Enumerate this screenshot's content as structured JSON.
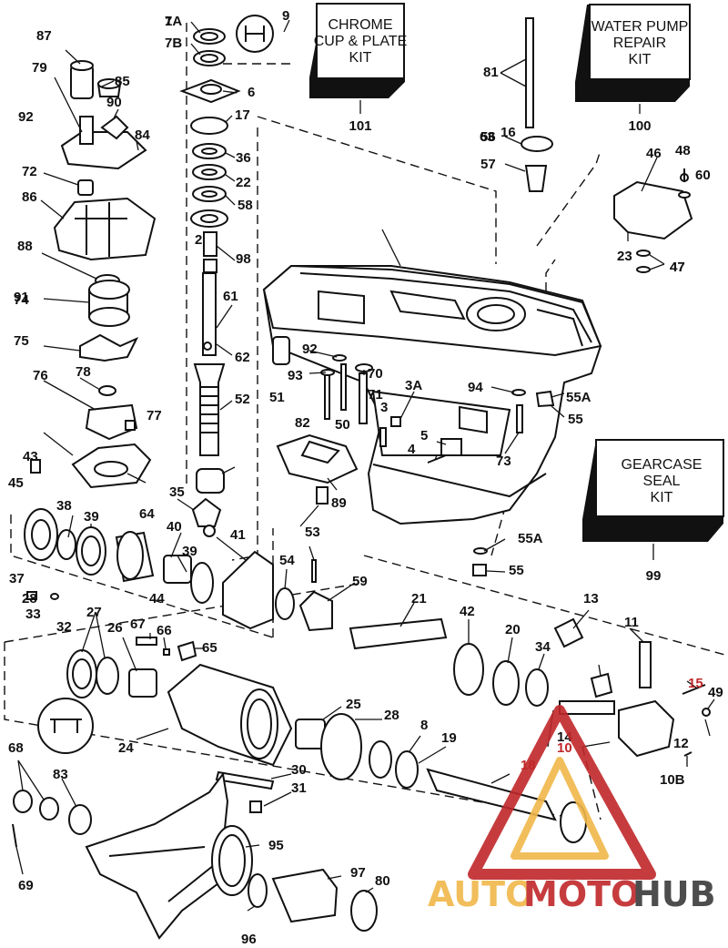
{
  "kits": [
    {
      "id": "chrome-cup-plate-kit",
      "lines": [
        "CHROME",
        "CUP & PLATE",
        "KIT"
      ],
      "number": "101"
    },
    {
      "id": "water-pump-repair-kit",
      "lines": [
        "WATER PUMP",
        "REPAIR",
        "KIT"
      ],
      "number": "100"
    },
    {
      "id": "gearcase-seal-kit",
      "lines": [
        "GEARCASE",
        "SEAL",
        "KIT"
      ],
      "number": "99"
    }
  ],
  "part_labels": [
    "1",
    "2",
    "3",
    "3A",
    "4",
    "5",
    "6",
    "7A",
    "7B",
    "8",
    "9",
    "10",
    "10B",
    "11",
    "12",
    "13",
    "14",
    "15",
    "16",
    "17",
    "18",
    "19",
    "20",
    "21",
    "22",
    "23",
    "24",
    "25",
    "26",
    "27",
    "28",
    "28",
    "30",
    "31",
    "32",
    "33",
    "34",
    "35",
    "36",
    "37",
    "38",
    "39",
    "39",
    "40",
    "41",
    "42",
    "43",
    "44",
    "45",
    "46",
    "47",
    "47",
    "48",
    "49",
    "50",
    "51",
    "52",
    "53",
    "54",
    "55",
    "55",
    "55A",
    "55A",
    "56",
    "57",
    "58",
    "59",
    "60",
    "61",
    "62",
    "63",
    "64",
    "65",
    "66",
    "67",
    "68",
    "69",
    "70",
    "71",
    "72",
    "73",
    "74",
    "75",
    "76",
    "77",
    "78",
    "79",
    "80",
    "81",
    "82",
    "83",
    "84",
    "85",
    "86",
    "87",
    "88",
    "89",
    "90",
    "91",
    "92",
    "92",
    "93",
    "94",
    "95",
    "96",
    "97",
    "98"
  ],
  "watermark": {
    "part1": "AUTO",
    "part2": "MOTO",
    "part3": "HUB",
    "color1": "#f0b74a",
    "color2": "#c0282a",
    "color3": "#3a3a3a"
  },
  "colors": {
    "ink": "#111111",
    "red": "#c0282a"
  }
}
